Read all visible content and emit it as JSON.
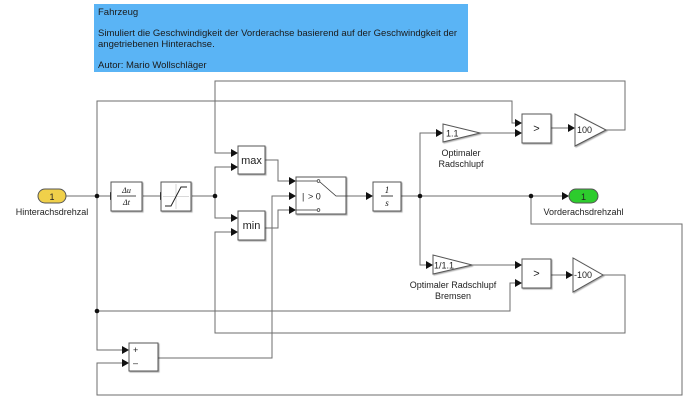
{
  "annotation": {
    "title": "Fahrzeug",
    "description": "Simuliert die Geschwindigkeit der Vorderachse basierend auf der Geschwindgkeit der angetriebenen Hinterachse.",
    "author": "Autor: Mario Wollschläger"
  },
  "ports": {
    "inport": {
      "number": "1",
      "label": "Hinterachsdrehzal",
      "color": "#f0d04a"
    },
    "outport": {
      "number": "1",
      "label": "Vorderachsdrehzahl",
      "color": "#2dcc2d"
    }
  },
  "blocks": {
    "derivative": {
      "num": "Δu",
      "den": "Δt"
    },
    "saturation": {
      "name": "saturation"
    },
    "max": {
      "label": "max"
    },
    "min": {
      "label": "min"
    },
    "switch": {
      "criteria": "> 0",
      "marker": "|"
    },
    "integrator": {
      "num": "1",
      "den": "s"
    },
    "gain_upper": {
      "value": "1.1",
      "label_line1": "Optimaler",
      "label_line2": "Radschlupf"
    },
    "gain_lower": {
      "value": "1/1.1",
      "label_line1": "Optimaler Radschlupf",
      "label_line2": "Bremsen"
    },
    "compare_upper": {
      "op": ">"
    },
    "compare_lower": {
      "op": ">"
    },
    "gain_100": {
      "value": "100"
    },
    "gain_neg100": {
      "value": "-100"
    },
    "sum": {
      "plus": "+",
      "minus": "–"
    }
  }
}
